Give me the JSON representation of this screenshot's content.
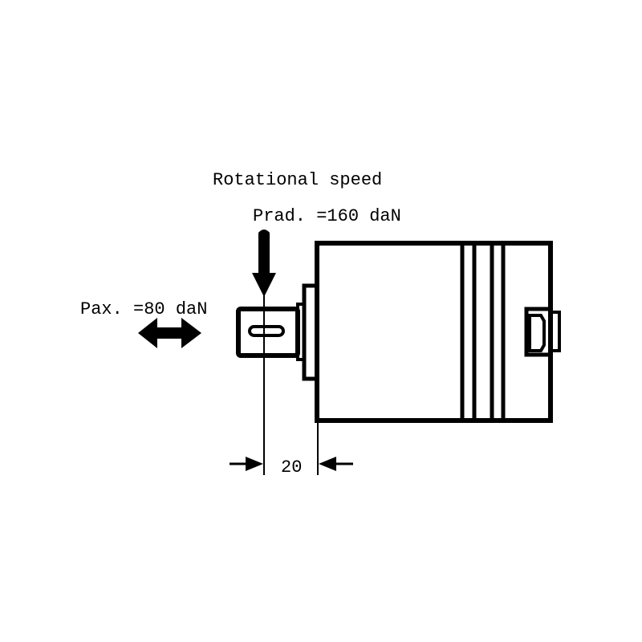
{
  "labels": {
    "rotational_speed": "Rotational speed",
    "radial_load": "Prad. =160 daN",
    "axial_load": "Pax. =80 daN",
    "dimension": "20"
  },
  "colors": {
    "line": "#000000",
    "background": "#ffffff"
  }
}
